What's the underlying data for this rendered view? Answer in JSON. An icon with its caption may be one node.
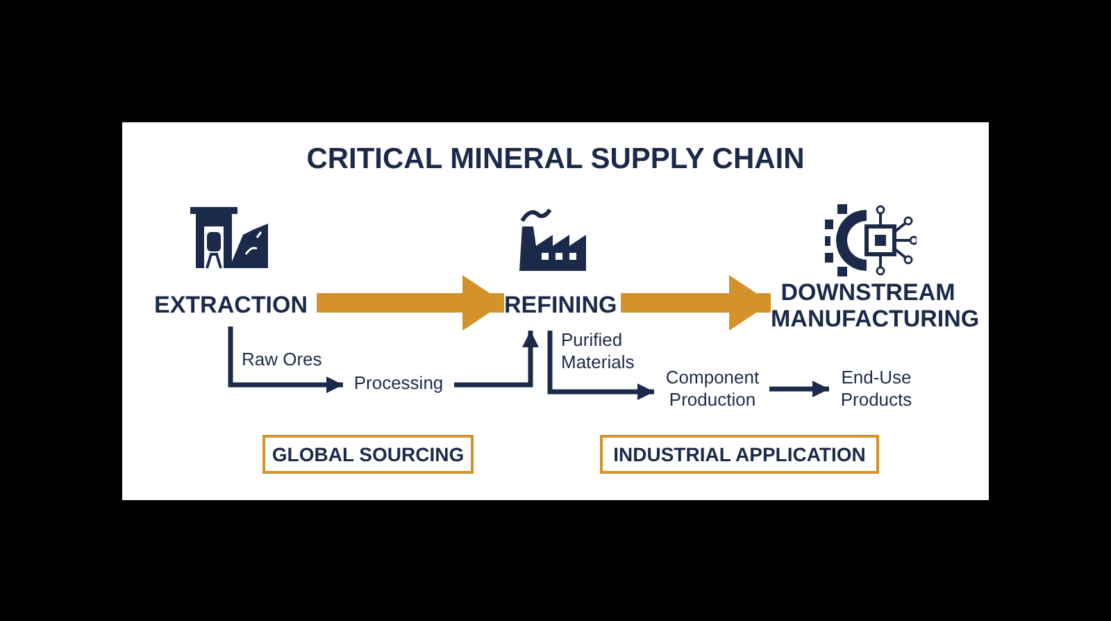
{
  "diagram": {
    "title": "CRITICAL MINERAL SUPPLY CHAIN",
    "nodes": [
      {
        "text": [
          "EXTRACTION"
        ]
      },
      {
        "text": [
          "REFINING"
        ]
      },
      {
        "text": [
          "DOWNSTREAM MANUFACTURING"
        ]
      },
      {
        "text": [
          "Processing"
        ]
      },
      {
        "text": [
          "Component Production"
        ]
      },
      {
        "text": [
          "End-Use Products"
        ]
      },
      {
        "text": [
          "GLOBAL SOURCING"
        ]
      },
      {
        "text": [
          "INDUSTRIAL APPLICATION"
        ]
      }
    ],
    "edges": [
      {
        "from": 0,
        "to": 1,
        "arrow": "to",
        "style": "thick",
        "color": "#d4922a"
      },
      {
        "from": 1,
        "to": 2,
        "arrow": "to",
        "style": "thick",
        "color": "#d4922a"
      },
      {
        "from": 0,
        "to": 3,
        "arrow": "to",
        "label": "Raw Ores"
      },
      {
        "from": 3,
        "to": 1,
        "arrow": "to"
      },
      {
        "from": 1,
        "to": 4,
        "arrow": "to",
        "label": "Purified Materials"
      },
      {
        "from": 4,
        "to": 5,
        "arrow": "to"
      }
    ]
  }
}
